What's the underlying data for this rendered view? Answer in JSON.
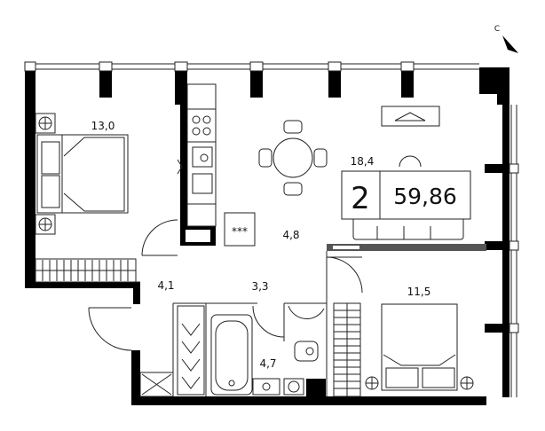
{
  "plan": {
    "rooms_count": "2",
    "total_area": "59,86",
    "compass_letter": "С",
    "room_areas": {
      "bedroom_1": "13,0",
      "living_kitchen": "18,4",
      "corridor": "4,8",
      "hall": "4,1",
      "hallway": "3,3",
      "bedroom_2": "11,5",
      "bathroom": "4,7"
    },
    "radiator_symbol": "***"
  },
  "colors": {
    "wall": "#000000",
    "line": "#222222",
    "background": "#ffffff"
  }
}
